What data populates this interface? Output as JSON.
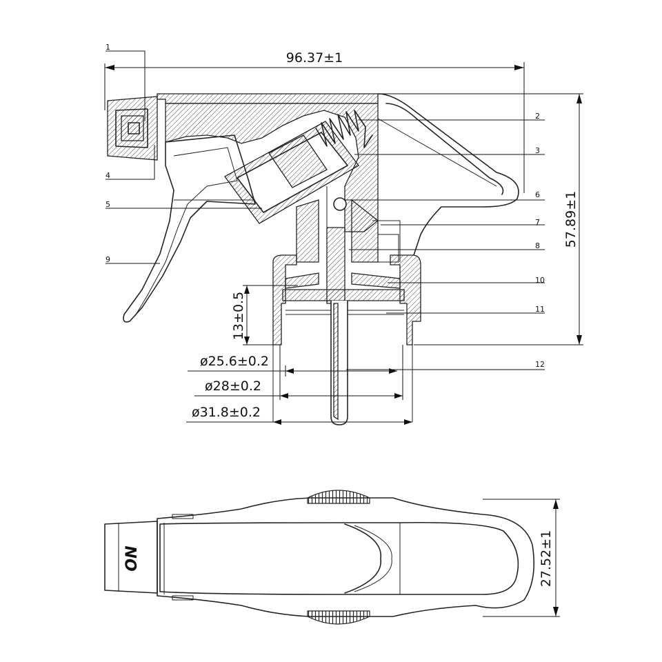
{
  "dimensions": {
    "overall_length": "96.37±1",
    "overall_height": "57.89±1",
    "cap_height": "13±0.5",
    "dia_inner": "ø25.6±0.2",
    "dia_middle": "ø28±0.2",
    "dia_outer": "ø31.8±0.2",
    "top_view_width": "27.52±1"
  },
  "callouts": [
    "1",
    "2",
    "3",
    "4",
    "5",
    "6",
    "7",
    "8",
    "9",
    "10",
    "11",
    "12"
  ],
  "nozzle_label": "ON"
}
